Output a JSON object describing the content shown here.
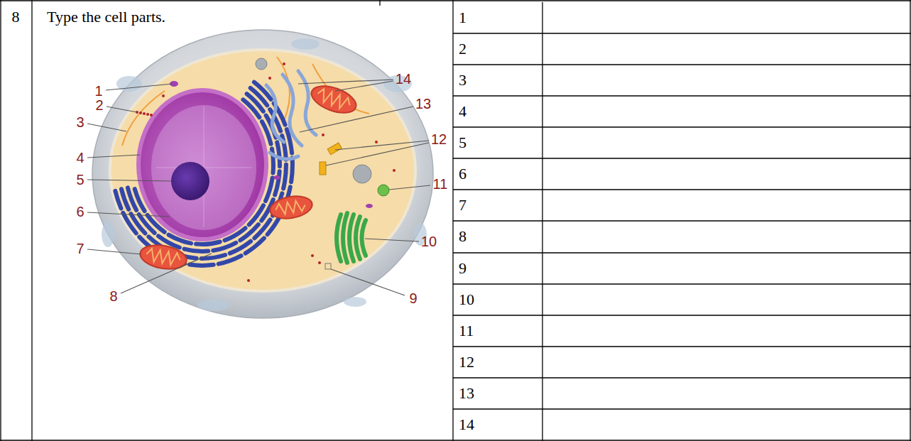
{
  "diagram": {
    "labels": [
      "8",
      "Type the cell parts.",
      "1",
      "2",
      "3",
      "4",
      "5",
      "6",
      "7",
      "8",
      "9",
      "10",
      "11",
      "12",
      "13",
      "14",
      "1",
      "2",
      "3",
      "4",
      "5",
      "6",
      "7",
      "8",
      "9",
      "10",
      "11",
      "12",
      "13",
      "14"
    ]
  }
}
